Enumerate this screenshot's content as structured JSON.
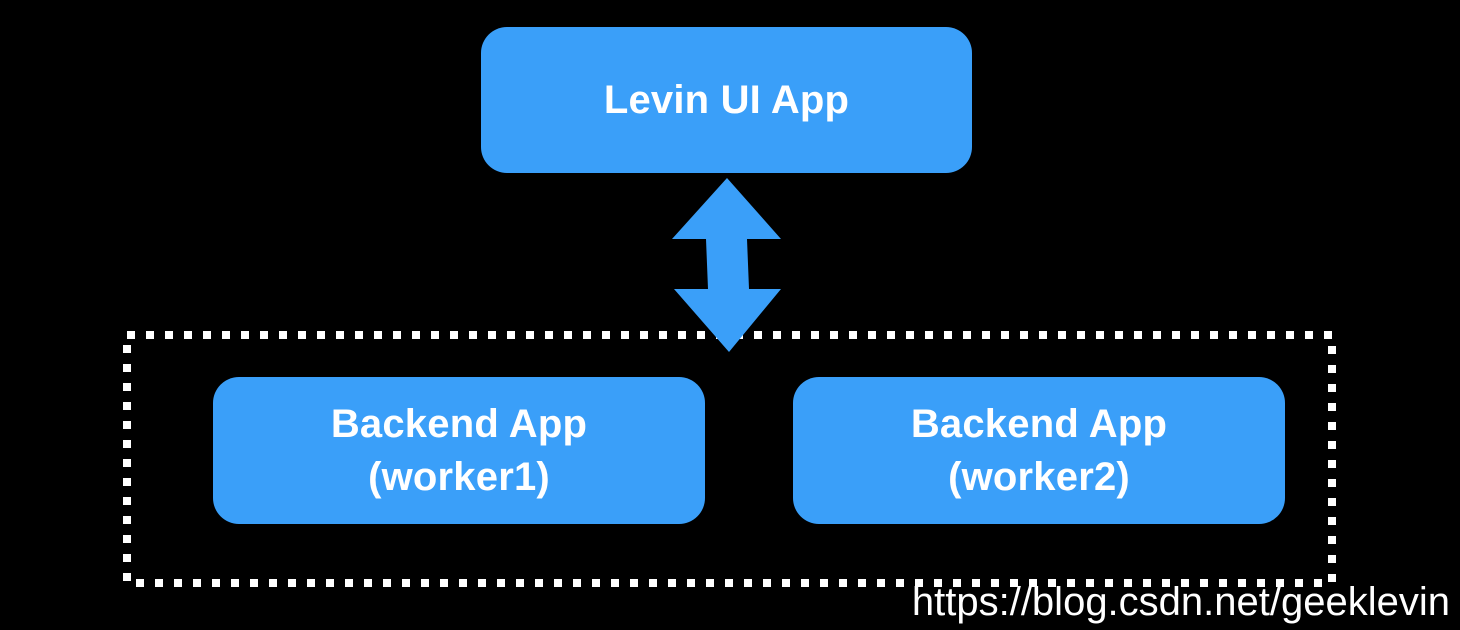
{
  "diagram": {
    "nodes": {
      "ui_app": {
        "line1": "Levin UI App"
      },
      "worker1": {
        "line1": "Backend App",
        "line2": "(worker1)"
      },
      "worker2": {
        "line1": "Backend App",
        "line2": "(worker2)"
      }
    },
    "group": {
      "style": "dotted",
      "members": [
        "worker1",
        "worker2"
      ]
    },
    "connection": {
      "from": "ui_app",
      "to": "group",
      "type": "bidirectional"
    },
    "colors": {
      "background": "#000000",
      "node_fill": "#3a9ff9",
      "node_text": "#ffffff",
      "group_border": "#ffffff",
      "arrow": "#3a9ff9"
    }
  },
  "watermark": {
    "text": "https://blog.csdn.net/geeklevin"
  }
}
